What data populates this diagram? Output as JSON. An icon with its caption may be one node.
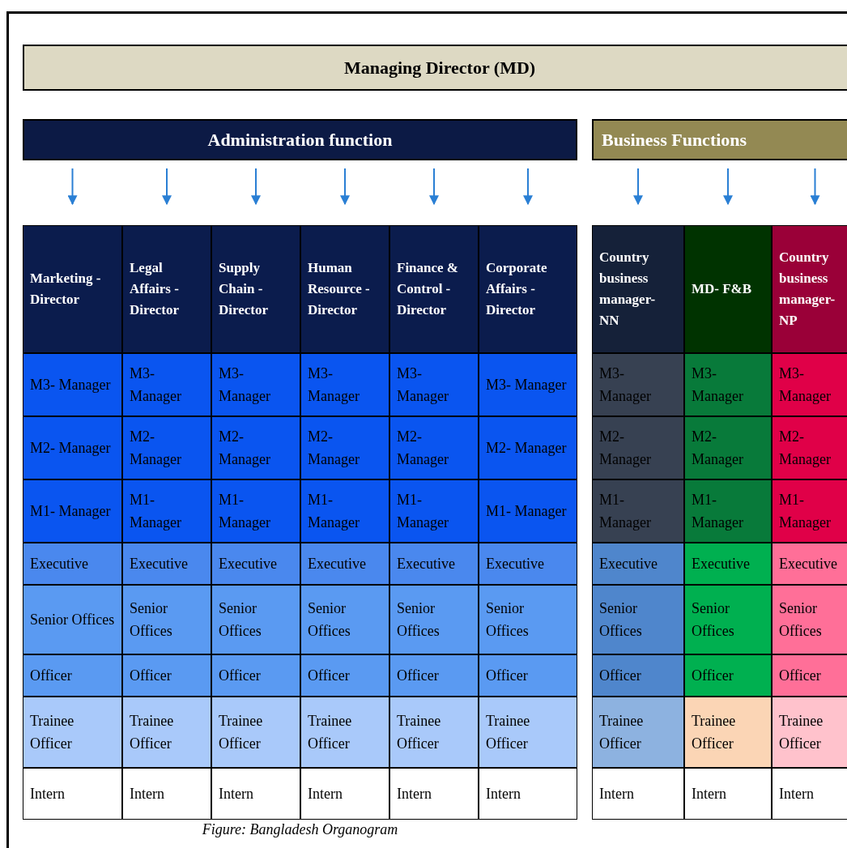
{
  "diagram": {
    "caption": "Figure: Bangladesh Organogram",
    "nodes": [
      {
        "text": [
          "Managing Director (MD)"
        ]
      },
      {
        "text": [
          "Administration function"
        ]
      },
      {
        "text": [
          "Business Functions"
        ]
      },
      {
        "text": [
          "Marketing - Director"
        ]
      },
      {
        "text": [
          "Legal Affairs - Director"
        ]
      },
      {
        "text": [
          "Supply Chain - Director"
        ]
      },
      {
        "text": [
          "Human Resource - Director"
        ]
      },
      {
        "text": [
          "Finance & Control - Director"
        ]
      },
      {
        "text": [
          "Corporate Affairs - Director"
        ]
      },
      {
        "text": [
          "Country business manager- NN"
        ]
      },
      {
        "text": [
          "MD- F&B"
        ]
      },
      {
        "text": [
          "Country business manager- NP"
        ]
      }
    ],
    "edges": [
      {
        "from": 1,
        "to": 3,
        "arrow": "to"
      },
      {
        "from": 1,
        "to": 4,
        "arrow": "to"
      },
      {
        "from": 1,
        "to": 5,
        "arrow": "to"
      },
      {
        "from": 1,
        "to": 6,
        "arrow": "to"
      },
      {
        "from": 1,
        "to": 7,
        "arrow": "to"
      },
      {
        "from": 1,
        "to": 8,
        "arrow": "to"
      },
      {
        "from": 2,
        "to": 9,
        "arrow": "to"
      },
      {
        "from": 2,
        "to": 10,
        "arrow": "to"
      },
      {
        "from": 2,
        "to": 11,
        "arrow": "to"
      }
    ],
    "labels": [
      "M3- Manager",
      "M3- Manager",
      "M3- Manager",
      "M3- Manager",
      "M3- Manager",
      "M3- Manager",
      "M3- Manager",
      "M3- Manager",
      "M3- Manager",
      "M2- Manager",
      "M2- Manager",
      "M2- Manager",
      "M2- Manager",
      "M2- Manager",
      "M2- Manager",
      "M2- Manager",
      "M2- Manager",
      "M2- Manager",
      "M1- Manager",
      "M1- Manager",
      "M1- Manager",
      "M1- Manager",
      "M1- Manager",
      "M1- Manager",
      "M1- Manager",
      "M1- Manager",
      "M1- Manager",
      "Executive",
      "Executive",
      "Executive",
      "Executive",
      "Executive",
      "Executive",
      "Executive",
      "Executive",
      "Executive",
      "Senior Offices",
      "Senior Offices",
      "Senior Offices",
      "Senior Offices",
      "Senior Offices",
      "Senior Offices",
      "Senior Offices",
      "Senior Offices",
      "Senior Offices",
      "Officer",
      "Officer",
      "Officer",
      "Officer",
      "Officer",
      "Officer",
      "Officer",
      "Officer",
      "Officer",
      "Trainee Officer",
      "Trainee Officer",
      "Trainee Officer",
      "Trainee Officer",
      "Trainee Officer",
      "Trainee Officer",
      "Trainee Officer",
      "Trainee Officer",
      "Trainee Officer",
      "Intern",
      "Intern",
      "Intern",
      "Intern",
      "Intern",
      "Intern",
      "Intern",
      "Intern",
      "Intern"
    ]
  }
}
